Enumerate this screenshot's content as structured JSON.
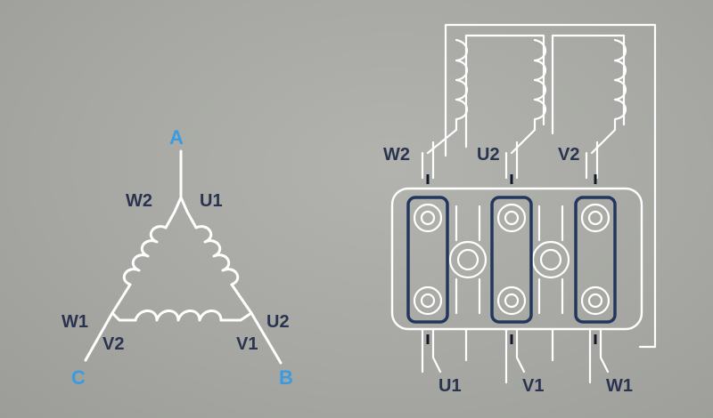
{
  "delta": {
    "vertices": {
      "a": "A",
      "b": "B",
      "c": "C"
    },
    "terminals": {
      "w2": "W2",
      "u1": "U1",
      "w1": "W1",
      "v2": "V2",
      "u2": "U2",
      "v1": "V1"
    }
  },
  "terminal_box": {
    "top_labels": [
      "W2",
      "U2",
      "V2"
    ],
    "bottom_labels": [
      "U1",
      "V1",
      "W1"
    ]
  },
  "colors": {
    "background": "#a8a9a4",
    "wire": "#ffffff",
    "bridge": "#23365c",
    "terminal_label": "#2a3450",
    "vertex_label": "#3a9be0"
  }
}
